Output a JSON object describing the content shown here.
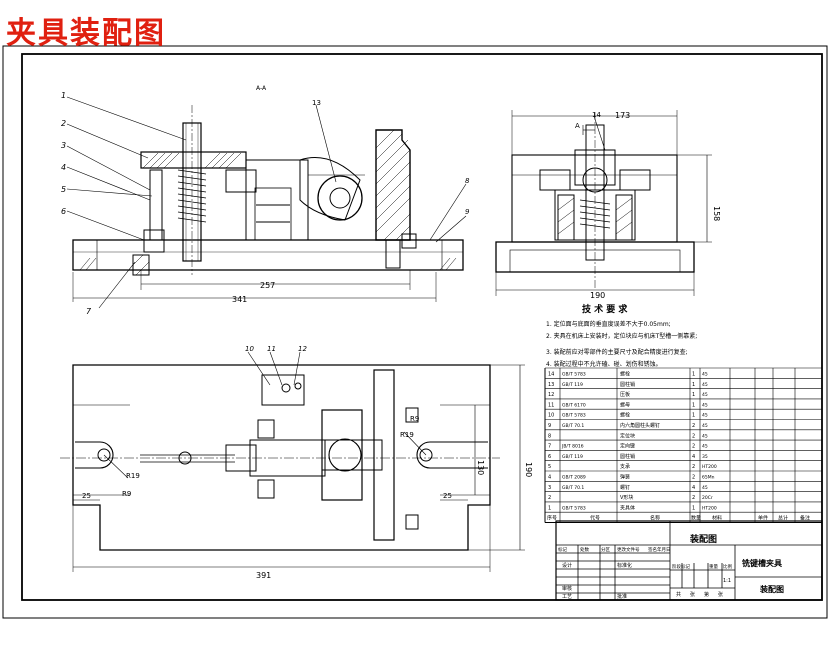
{
  "heading": "夹具装配图",
  "section_label": "A-A",
  "view_arrow_label": "A",
  "balloons": [
    "1",
    "2",
    "3",
    "4",
    "5",
    "6",
    "7",
    "8",
    "9",
    "10",
    "11",
    "12",
    "13",
    "14"
  ],
  "dimensions": {
    "front_257": "257",
    "front_341": "341",
    "side_173": "173",
    "side_190": "190",
    "side_158": "158",
    "plan_391": "391",
    "plan_190": "190",
    "plan_130": "130",
    "plan_25_left": "25",
    "plan_25_right": "25",
    "plan_R9_left": "R9",
    "plan_R19_left": "R19",
    "plan_R9_right": "R9",
    "plan_R19_right": "R19"
  },
  "tech_req": {
    "title": "技 术 要 求",
    "lines": [
      "1. 定位面与底面的垂直度误差不大于0.05mm;",
      "2. 夹具在机床上安装时，定位块应与机床T型槽一侧靠紧;",
      "3. 装配前应对零部件的主要尺寸及配合精度进行复查;",
      "4. 装配过程中不允许磕、碰、划伤和锈蚀。"
    ]
  },
  "parts_table": {
    "header": [
      "序号",
      "代号",
      "名称",
      "数量",
      "材料",
      "单件",
      "总计",
      "备注"
    ],
    "rows": [
      [
        "14",
        "GB/T 5783",
        "螺栓",
        "1",
        "45",
        "",
        "",
        ""
      ],
      [
        "13",
        "GB/T 119",
        "圆柱销",
        "1",
        "45",
        "",
        "",
        ""
      ],
      [
        "12",
        "",
        "压板",
        "1",
        "45",
        "",
        "",
        ""
      ],
      [
        "11",
        "GB/T 6170",
        "螺母",
        "1",
        "45",
        "",
        "",
        ""
      ],
      [
        "10",
        "GB/T 5783",
        "螺栓",
        "1",
        "45",
        "",
        "",
        ""
      ],
      [
        "9",
        "GB/T 70.1",
        "内六角圆柱头螺钉",
        "2",
        "45",
        "",
        "",
        ""
      ],
      [
        "8",
        "",
        "定位块",
        "2",
        "45",
        "",
        "",
        ""
      ],
      [
        "7",
        "JB/T 8016",
        "定向键",
        "2",
        "45",
        "",
        "",
        ""
      ],
      [
        "6",
        "GB/T 119",
        "圆柱销",
        "4",
        "35",
        "",
        "",
        ""
      ],
      [
        "5",
        "",
        "支承",
        "2",
        "HT200",
        "",
        "",
        ""
      ],
      [
        "4",
        "GB/T 2089",
        "弹簧",
        "2",
        "65Mn",
        "",
        "",
        ""
      ],
      [
        "3",
        "GB/T 70.1",
        "螺钉",
        "4",
        "45",
        "",
        "",
        ""
      ],
      [
        "2",
        "",
        "V形块",
        "2",
        "20Cr",
        "",
        "",
        ""
      ],
      [
        "1",
        "GB/T 5783",
        "夹具体",
        "1",
        "HT200",
        "",
        "",
        ""
      ]
    ],
    "weight_labels": [
      "重量",
      "比例"
    ],
    "weight_vals": [
      "",
      "1:1"
    ]
  },
  "title_block": {
    "assembly": "装配图",
    "product": "铣键槽夹具",
    "drawing": "装配图",
    "rows": [
      "标记",
      "处数",
      "分区",
      "更改文件号",
      "签名",
      "年月日"
    ],
    "roles": [
      "设计",
      "审核",
      "工艺",
      "标准化",
      "批准"
    ],
    "stage_labels": [
      "阶段标记",
      "重量",
      "比例"
    ],
    "scale": "1:1",
    "sheet_info": [
      "共",
      "张",
      "第",
      "张"
    ]
  }
}
